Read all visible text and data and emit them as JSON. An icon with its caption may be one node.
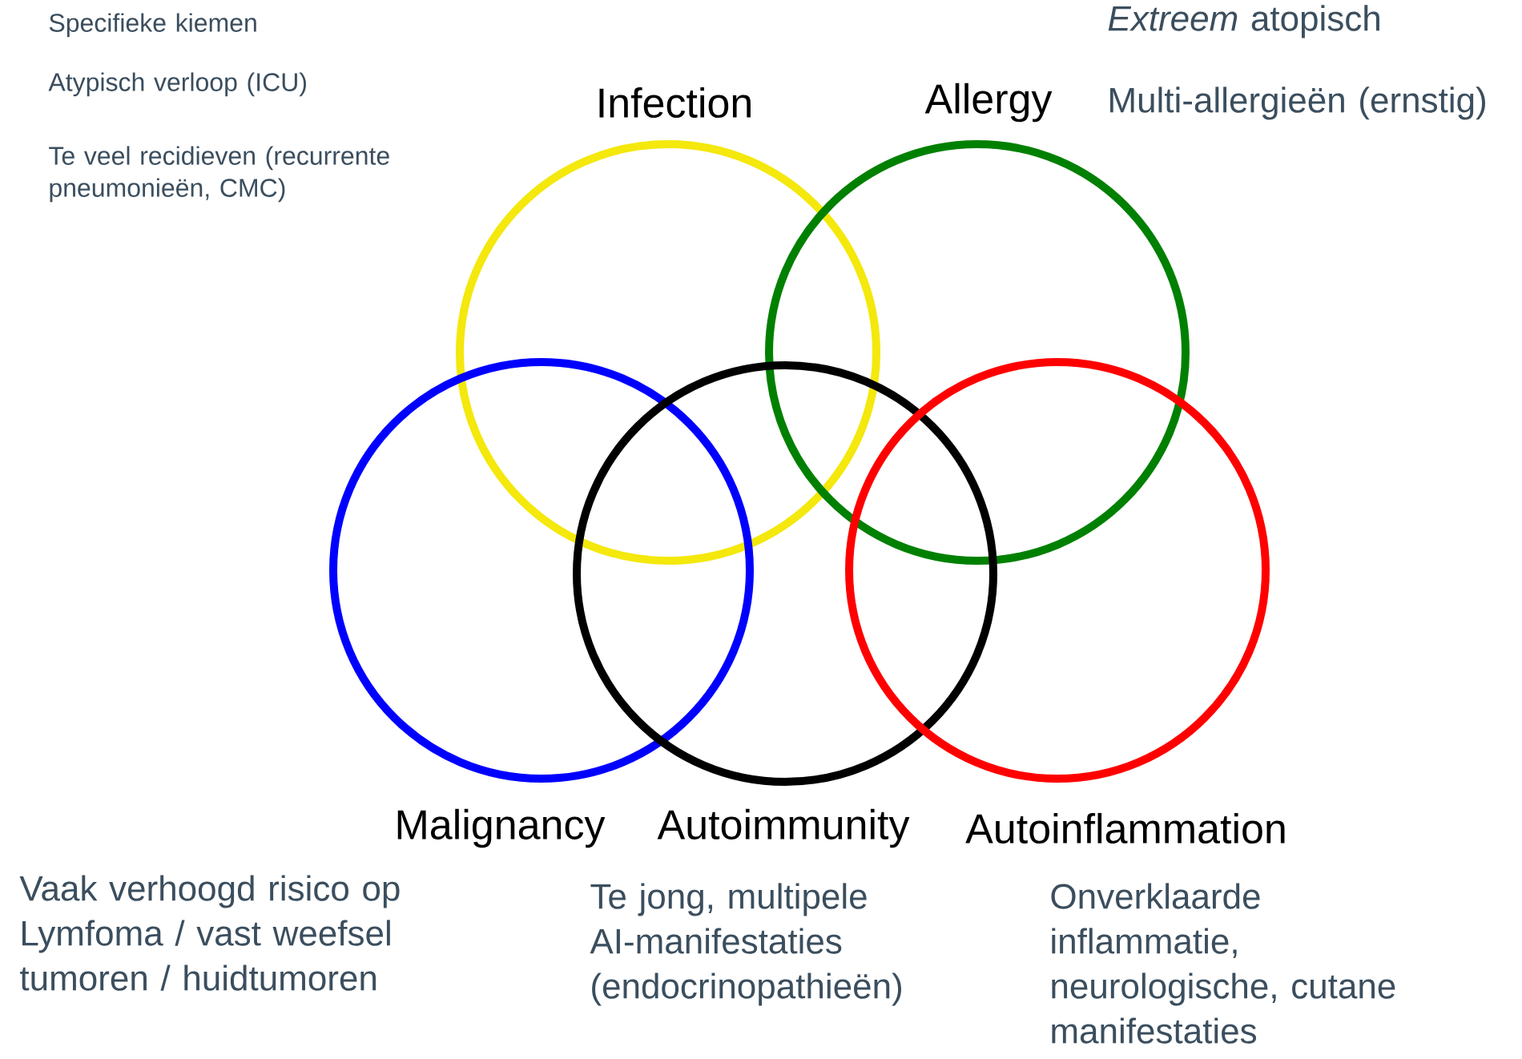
{
  "diagram": {
    "nodes": [
      {
        "text": [
          "Infection"
        ],
        "beside": [
          "Specifieke kiemen",
          "Atypisch verloop (ICU)",
          "Te veel recidieven (recurrente pneumonieën, CMC)"
        ]
      },
      {
        "text": [
          "Allergy"
        ],
        "beside": [
          "*Extreem* atopisch",
          "Multi-allergieën (ernstig)"
        ]
      },
      {
        "text": [
          "Malignancy"
        ],
        "beside": [
          "Vaak verhoogd risico op Lymfoma / vast weefsel tumoren / huidtumoren"
        ]
      },
      {
        "text": [
          "Autoimmunity"
        ],
        "beside": [
          "Te jong, multipele AI-manifestaties (endocrinopathieën)"
        ]
      },
      {
        "text": [
          "Autoinflammation"
        ],
        "beside": [
          "Onverklaarde inflammatie, neurologische, cutane manifestaties"
        ]
      }
    ]
  }
}
